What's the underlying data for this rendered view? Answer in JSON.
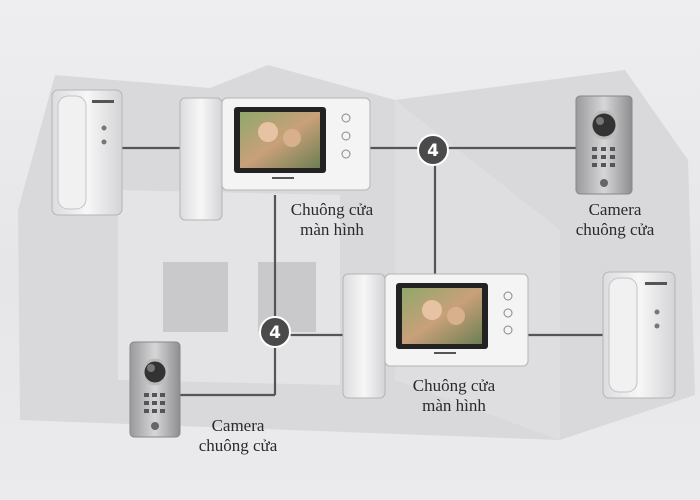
{
  "badges": {
    "top": "4",
    "bottom": "4"
  },
  "labels": {
    "monitor_top": {
      "line1": "Chuông cửa",
      "line2": "màn hình"
    },
    "monitor_bottom": {
      "line1": "Chuông cửa",
      "line2": "màn hình"
    },
    "camera_right": {
      "line1": "Camera",
      "line2": "chuông cửa"
    },
    "camera_left": {
      "line1": "Camera",
      "line2": "chuông cửa"
    }
  },
  "colors": {
    "wire": "#555555",
    "badge": "#4a4a4a",
    "screen_frame": "#222222"
  }
}
